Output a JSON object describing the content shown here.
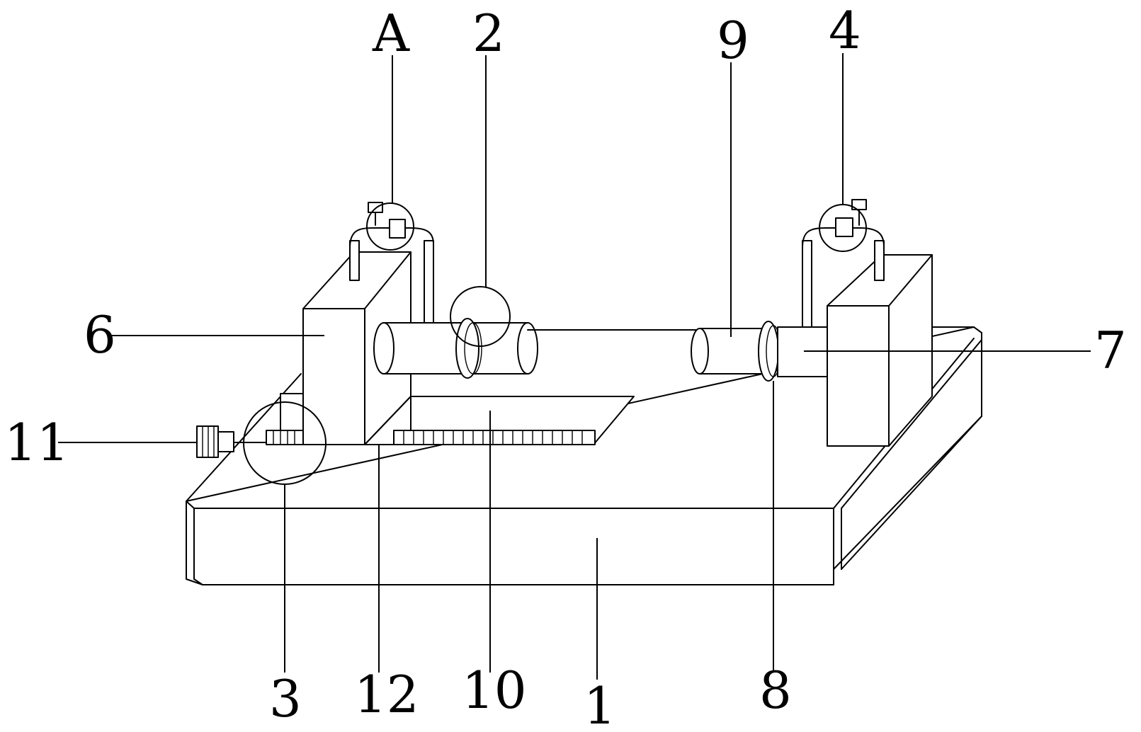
{
  "labels": {
    "A": "A",
    "n2": "2",
    "n9": "9",
    "n4": "4",
    "n6": "6",
    "n7": "7",
    "n11": "11",
    "n3": "3",
    "n12": "12",
    "n10": "10",
    "n1": "1",
    "n8": "8"
  }
}
